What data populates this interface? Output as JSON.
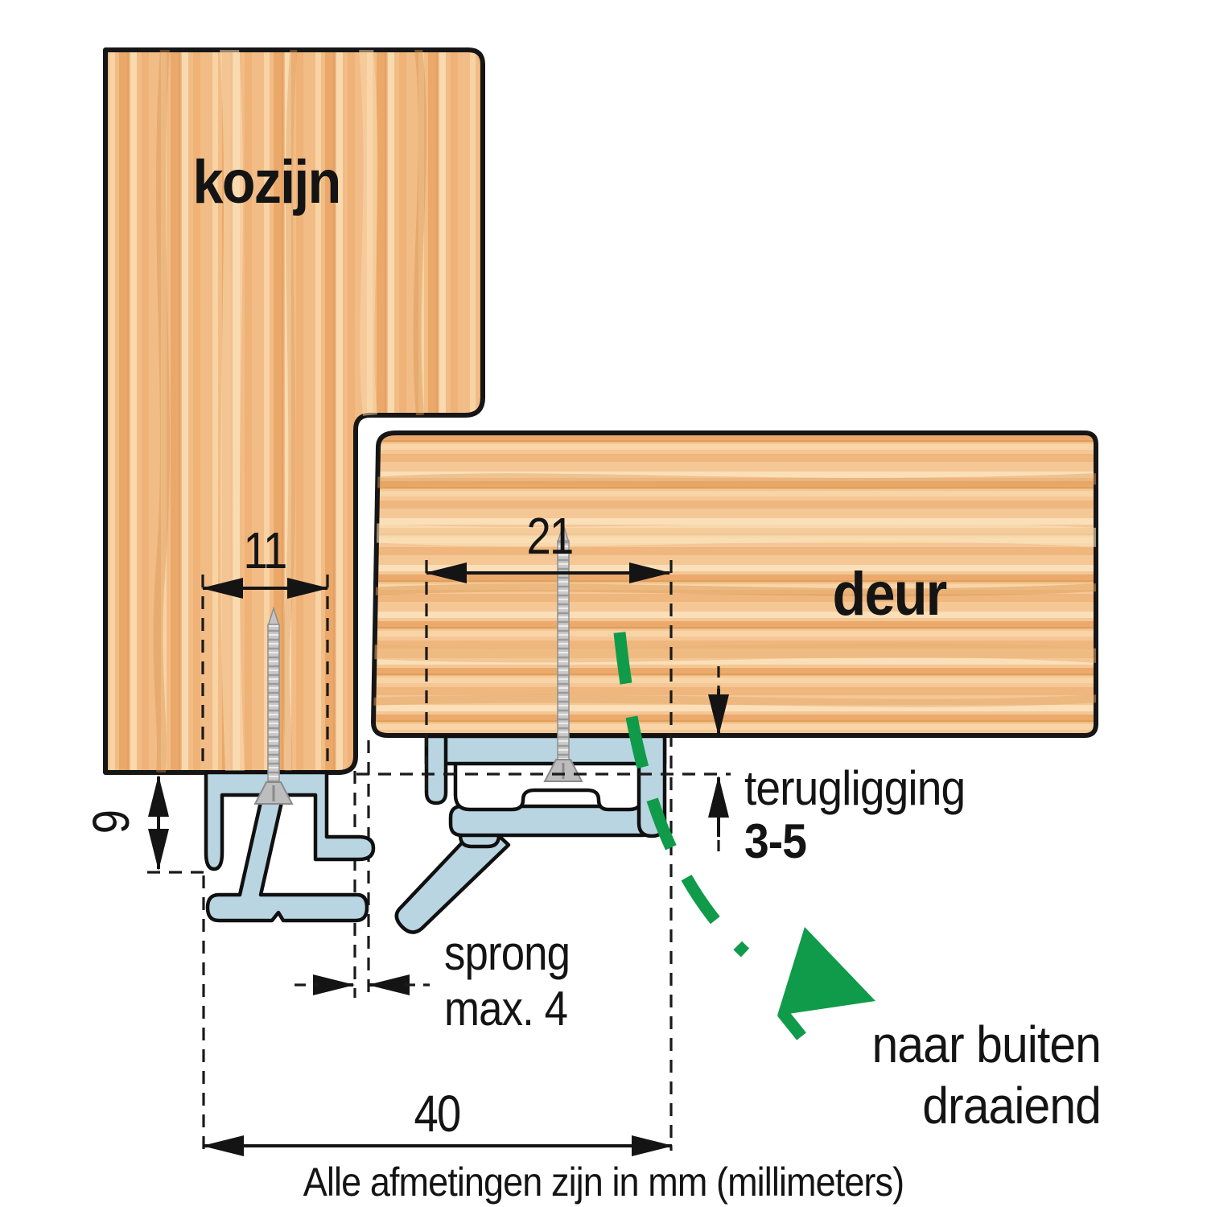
{
  "beams": {
    "frame_label": "kozijn",
    "door_label": "deur"
  },
  "dimensions": {
    "frame_profile_width": "11",
    "door_profile_width": "21",
    "frame_profile_height": "9",
    "total_depth": "40",
    "step": {
      "label": "sprong",
      "value": "max. 4"
    },
    "setback": {
      "label": "terugligging",
      "value": "3-5"
    }
  },
  "swing_note": {
    "line1": "naar buiten",
    "line2": "draaiend"
  },
  "caption": "Alle afmetingen zijn in mm (millimeters)",
  "colors": {
    "wood_base": "#f2bc86",
    "wood_light": "#f9d9ae",
    "wood_dark": "#d98f51",
    "profile_fill": "#b9d5e2",
    "outline": "#141414",
    "dimension_line": "#1a1a1a",
    "swing_green": "#0f9b49"
  }
}
